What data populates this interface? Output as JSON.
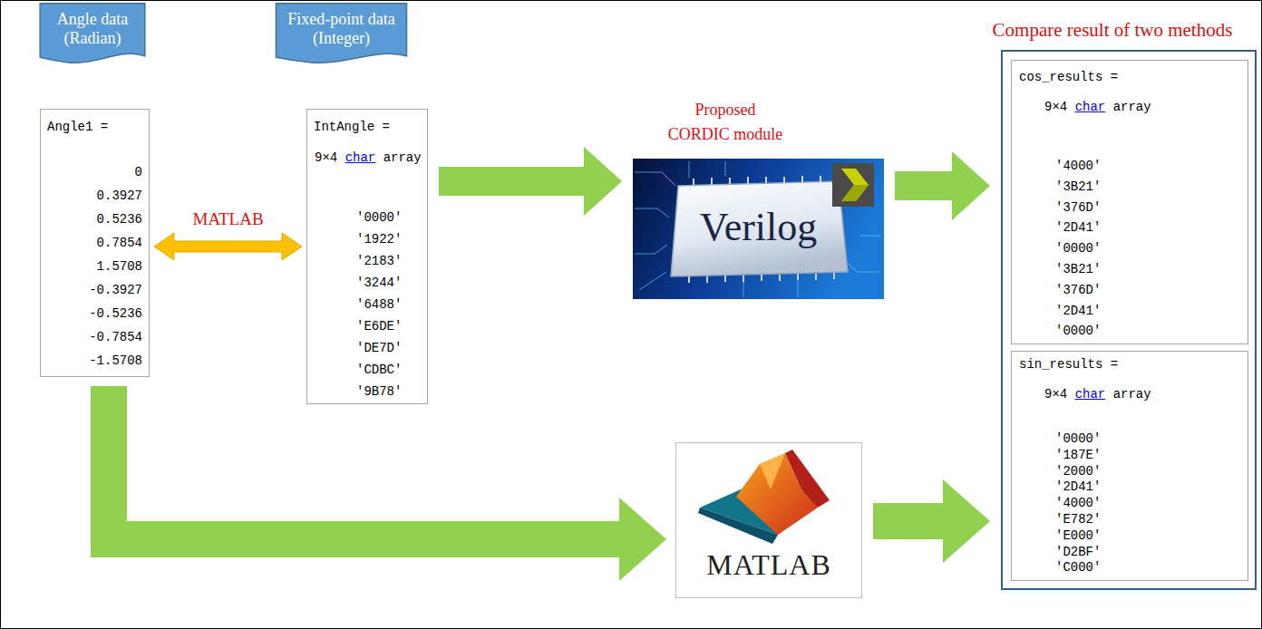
{
  "diagram": {
    "nodes": [
      {
        "text": [
          "Angle data (Radian)"
        ]
      },
      {
        "text": [
          "Angle1 =",
          "0",
          "0.3927",
          "0.5236",
          "0.7854",
          "1.5708",
          "-0.3927",
          "-0.5236",
          "-0.7854",
          "-1.5708"
        ]
      },
      {
        "text": [
          "Fixed-point data (Integer)"
        ]
      },
      {
        "text": [
          "IntAngle =",
          "9×4 char array",
          "'0000'",
          "'1922'",
          "'2183'",
          "'3244'",
          "'6488'",
          "'E6DE'",
          "'DE7D'",
          "'CDBC'",
          "'9B78'"
        ]
      },
      {
        "text": [
          "Proposed CORDIC module",
          "Verilog"
        ]
      },
      {
        "text": [
          "MATLAB"
        ]
      },
      {
        "text": [
          "Compare result of two methods"
        ]
      },
      {
        "text": [
          "cos_results =",
          "9×4 char array",
          "'4000'",
          "'3B21'",
          "'376D'",
          "'2D41'",
          "'0000'",
          "'3B21'",
          "'376D'",
          "'2D41'",
          "'0000'"
        ],
        "in": 6
      },
      {
        "text": [
          "sin_results =",
          "9×4 char array",
          "'0000'",
          "'187E'",
          "'2000'",
          "'2D41'",
          "'4000'",
          "'E782'",
          "'E000'",
          "'D2BF'",
          "'C000'"
        ],
        "in": 6
      }
    ],
    "edges": [
      {
        "from": 1,
        "to": 3,
        "arrow": "both",
        "label": "MATLAB"
      },
      {
        "from": 3,
        "to": 4,
        "arrow": "to"
      },
      {
        "from": 4,
        "to": 6,
        "arrow": "to"
      },
      {
        "from": 1,
        "to": 5,
        "arrow": "to"
      },
      {
        "from": 5,
        "to": 6,
        "arrow": "to"
      }
    ]
  }
}
